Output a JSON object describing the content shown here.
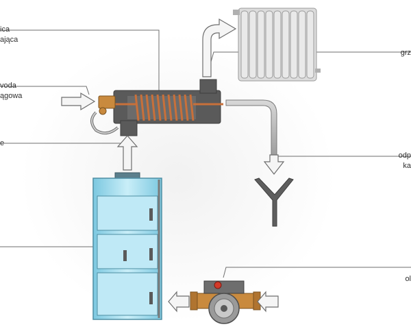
{
  "labels": {
    "heat_exchanger": [
      "ica",
      "ająca"
    ],
    "water_supply": [
      "voda",
      "ągowa"
    ],
    "left_mid": "e",
    "radiator": [
      "",
      "grz"
    ],
    "drain": [
      "odp",
      "ka"
    ],
    "boiler": "",
    "pump": "ol"
  },
  "colors": {
    "leader_line": "#6e6e6e",
    "boiler_body": "#8fd4ea",
    "exchanger_body": "#5a5a5a",
    "copper_coil": "#c8703a",
    "radiator": "#dedede",
    "arrow_fill": "#f5f5f5",
    "pump_fitting": "#c98a3e"
  }
}
